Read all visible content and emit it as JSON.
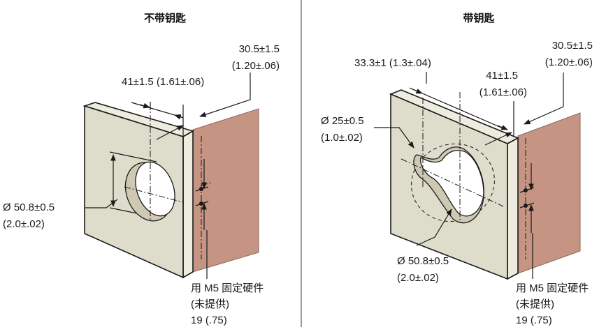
{
  "left_panel": {
    "title": "不带钥匙",
    "thickness_dim": {
      "value": "30.5±1.5",
      "inch": "(1.20±.06)"
    },
    "offset_dim": "41±1.5 (1.61±.06)",
    "hole_dim": {
      "value": "Ø 50.8±0.5",
      "inch": "(2.0±.02)"
    },
    "hardware_note": {
      "line1": "用 M5 固定硬件",
      "line2": "(未提供)",
      "line3": "19 (.75)"
    }
  },
  "right_panel": {
    "title": "带钥匙",
    "thickness_dim": {
      "value": "30.5±1.5",
      "inch": "(1.20±.06)"
    },
    "key_offset_dim": "33.3±1 (1.3±.04)",
    "offset_dim": {
      "value": "41±1.5",
      "inch": "(1.61±.06)"
    },
    "key_hole_dim": {
      "value": "Ø 25±0.5",
      "inch": "(1.0±.02)"
    },
    "hole_dim": {
      "value": "Ø 50.8±0.5",
      "inch": "(2.0±.02)"
    },
    "hardware_note": {
      "line1": "用 M5 固定硬件",
      "line2": "(未提供)",
      "line3": "19 (.75)"
    }
  },
  "colors": {
    "panel_face": "#dedccb",
    "panel_edge": "#eeecde",
    "wall": "#c59483",
    "hole_inner": "#cfc9b4",
    "divider": "#9a9a9a"
  }
}
